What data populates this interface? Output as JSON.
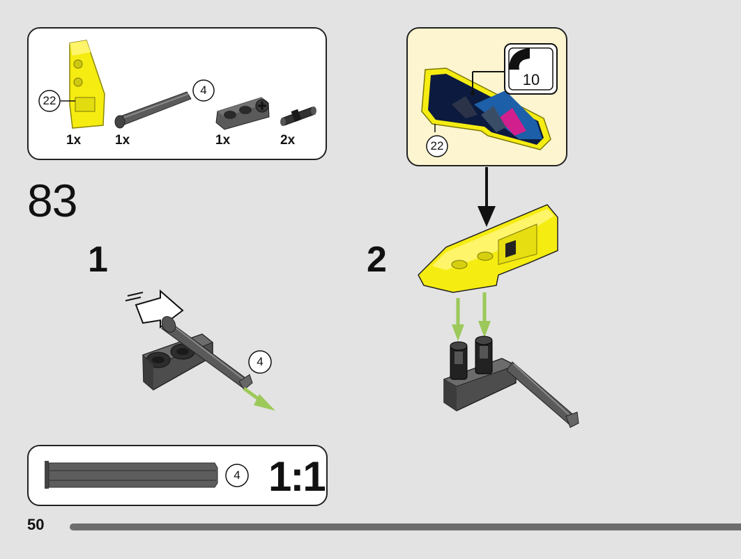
{
  "step": {
    "number": "83"
  },
  "parts_list": {
    "items": [
      {
        "name": "yellow-panel-piece",
        "quantity": "1x",
        "length_label": "22"
      },
      {
        "name": "dark-grey-axle",
        "quantity": "1x",
        "length_label": "4"
      },
      {
        "name": "dark-grey-connector",
        "quantity": "1x"
      },
      {
        "name": "black-pin",
        "quantity": "2x"
      }
    ]
  },
  "sticker_callout": {
    "sticker_number": "10",
    "part_label": "22"
  },
  "sub_steps": [
    {
      "number": "1",
      "axle_label": "4"
    },
    {
      "number": "2"
    }
  ],
  "scale_reference": {
    "length_label": "4",
    "scale_text": "1:1"
  },
  "footer": {
    "page_number": "50"
  },
  "colors": {
    "background": "#e3e3e3",
    "part_yellow": "#f5ec12",
    "part_dark_grey": "#555555",
    "arrow_green": "#9cc95a",
    "callout_background": "#fcf5cf",
    "sticker_blue": "#1d5fa8",
    "sticker_magenta": "#d21f8e"
  }
}
